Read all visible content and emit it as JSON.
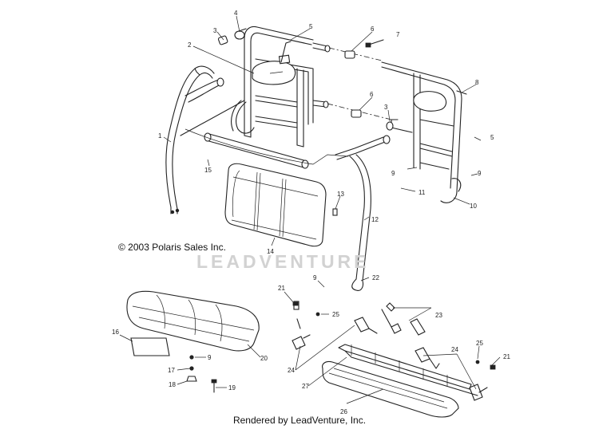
{
  "copyright": "© 2003 Polaris Sales Inc.",
  "watermark": "LEADVENTURE",
  "footer": "Rendered by LeadVenture, Inc.",
  "callouts": [
    {
      "id": "c1",
      "label": "1"
    },
    {
      "id": "c2",
      "label": "2"
    },
    {
      "id": "c3a",
      "label": "3"
    },
    {
      "id": "c3b",
      "label": "3"
    },
    {
      "id": "c4",
      "label": "4"
    },
    {
      "id": "c5a",
      "label": "5"
    },
    {
      "id": "c5b",
      "label": "5"
    },
    {
      "id": "c6a",
      "label": "6"
    },
    {
      "id": "c6b",
      "label": "6"
    },
    {
      "id": "c7",
      "label": "7"
    },
    {
      "id": "c8",
      "label": "8"
    },
    {
      "id": "c9a",
      "label": "9"
    },
    {
      "id": "c9b",
      "label": "9"
    },
    {
      "id": "c9c",
      "label": "9"
    },
    {
      "id": "c9d",
      "label": "9"
    },
    {
      "id": "c10",
      "label": "10"
    },
    {
      "id": "c11",
      "label": "11"
    },
    {
      "id": "c12",
      "label": "12"
    },
    {
      "id": "c13",
      "label": "13"
    },
    {
      "id": "c14",
      "label": "14"
    },
    {
      "id": "c15",
      "label": "15"
    },
    {
      "id": "c16",
      "label": "16"
    },
    {
      "id": "c17",
      "label": "17"
    },
    {
      "id": "c18",
      "label": "18"
    },
    {
      "id": "c19",
      "label": "19"
    },
    {
      "id": "c20",
      "label": "20"
    },
    {
      "id": "c21a",
      "label": "21"
    },
    {
      "id": "c21b",
      "label": "21"
    },
    {
      "id": "c22",
      "label": "22"
    },
    {
      "id": "c23",
      "label": "23"
    },
    {
      "id": "c24a",
      "label": "24"
    },
    {
      "id": "c24b",
      "label": "24"
    },
    {
      "id": "c25a",
      "label": "25"
    },
    {
      "id": "c25b",
      "label": "25"
    },
    {
      "id": "c26",
      "label": "26"
    },
    {
      "id": "c27",
      "label": "27"
    }
  ]
}
